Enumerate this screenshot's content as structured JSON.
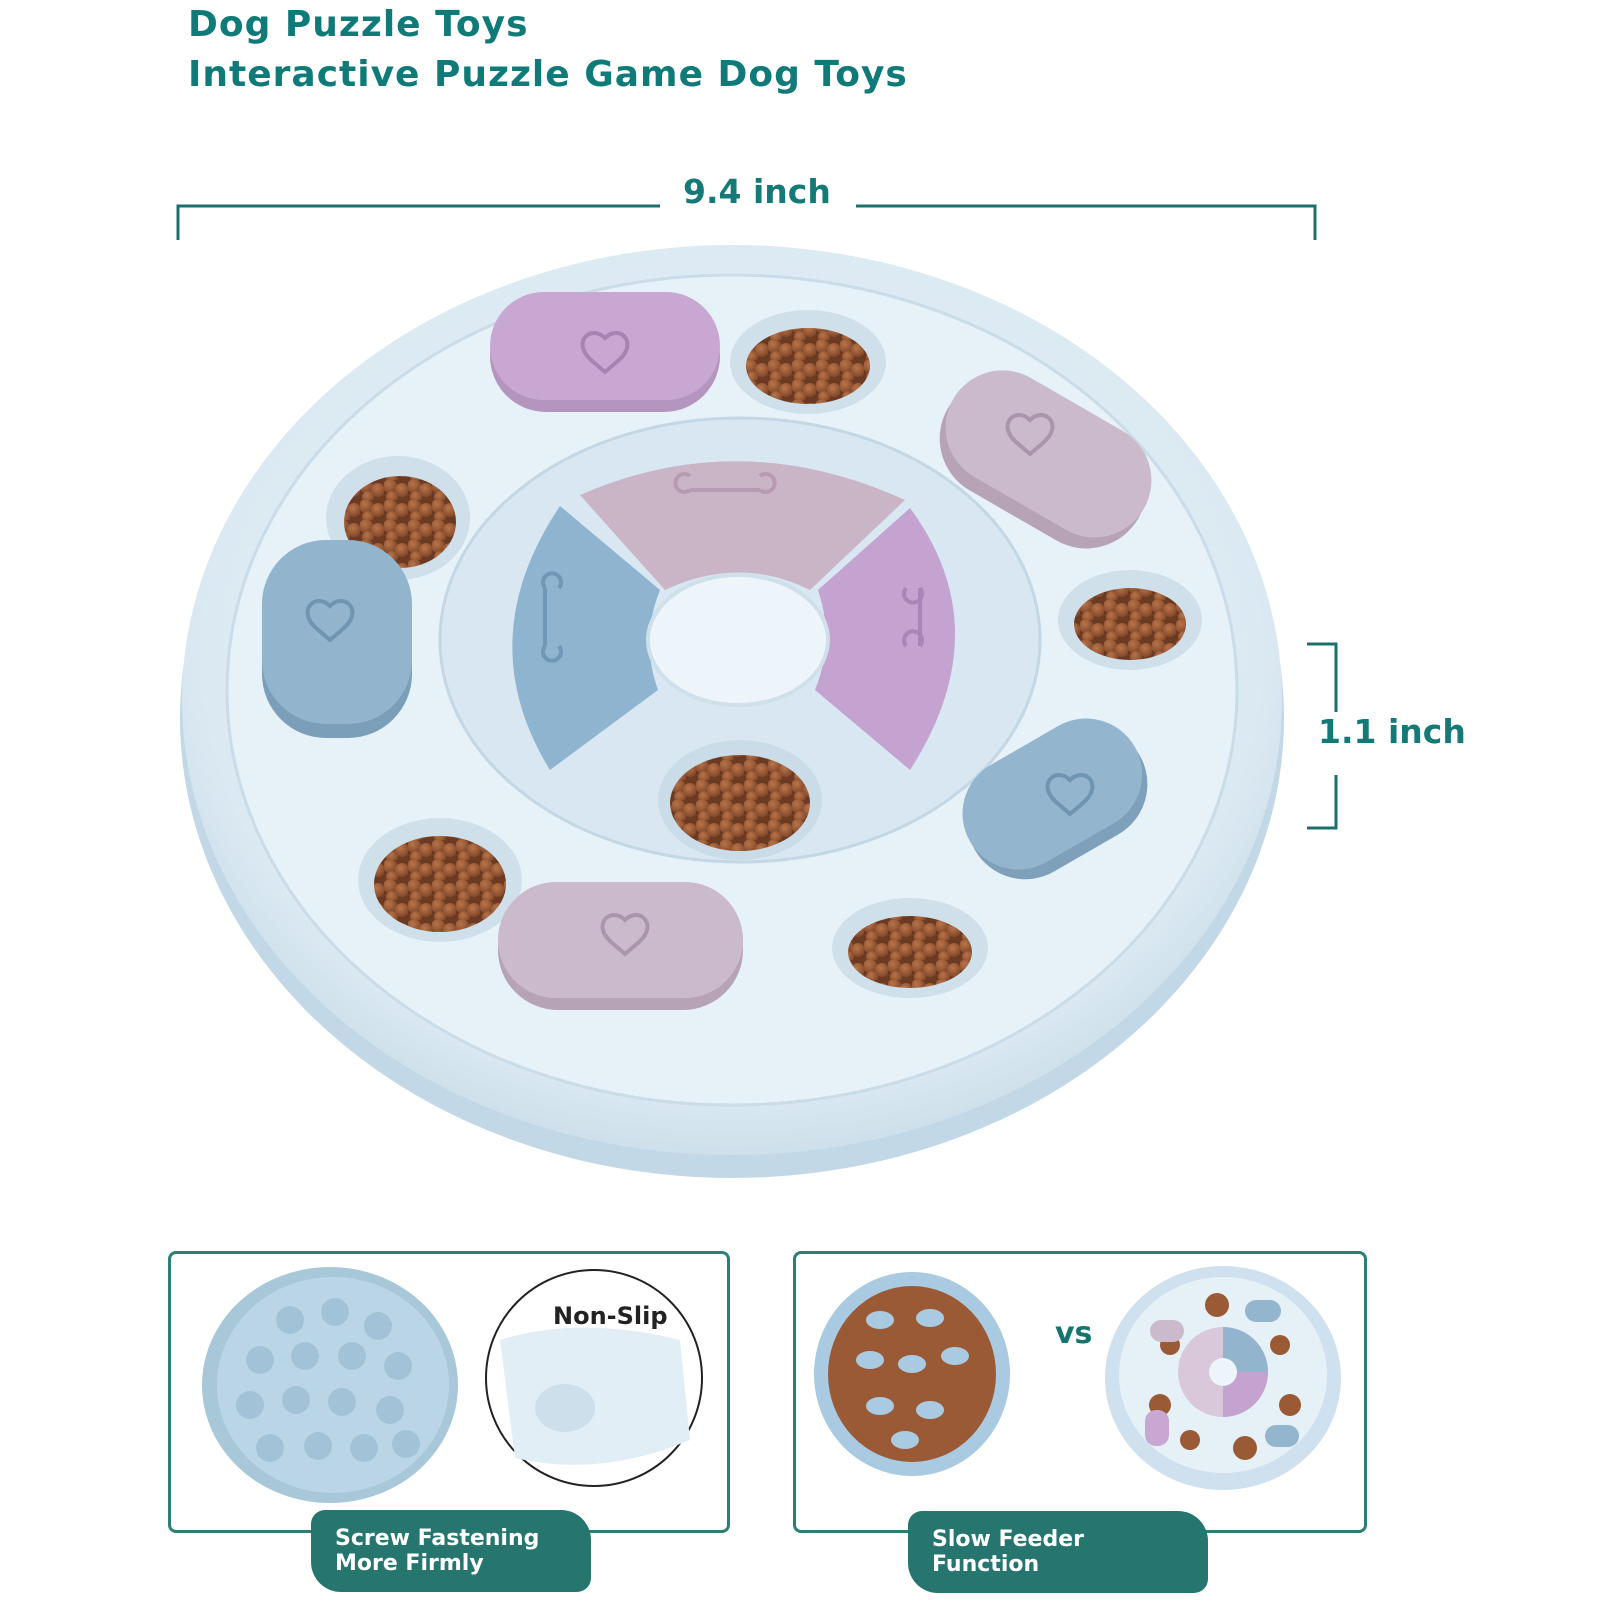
{
  "header": {
    "title_line1": "Dog Puzzle Toys",
    "title_line2": "Interactive Puzzle Game Dog Toys"
  },
  "dimensions": {
    "width_label": "9.4 inch",
    "height_label": "1.1 inch"
  },
  "features": {
    "left_badge_line1": "Screw Fastening",
    "left_badge_line2": "More Firmly",
    "non_slip_label": "Non-Slip",
    "vs_label": "vs",
    "right_badge": "Slow Feeder Function"
  },
  "colors": {
    "brand_teal": "#0f7a78",
    "badge_teal": "#26766f",
    "toy_blue": "#d6e7f1",
    "lid_purple": "#c9a7d3",
    "lid_mauve": "#c7b6c6",
    "lid_blue": "#8fb2cb",
    "kibble": "#9a5a36"
  }
}
